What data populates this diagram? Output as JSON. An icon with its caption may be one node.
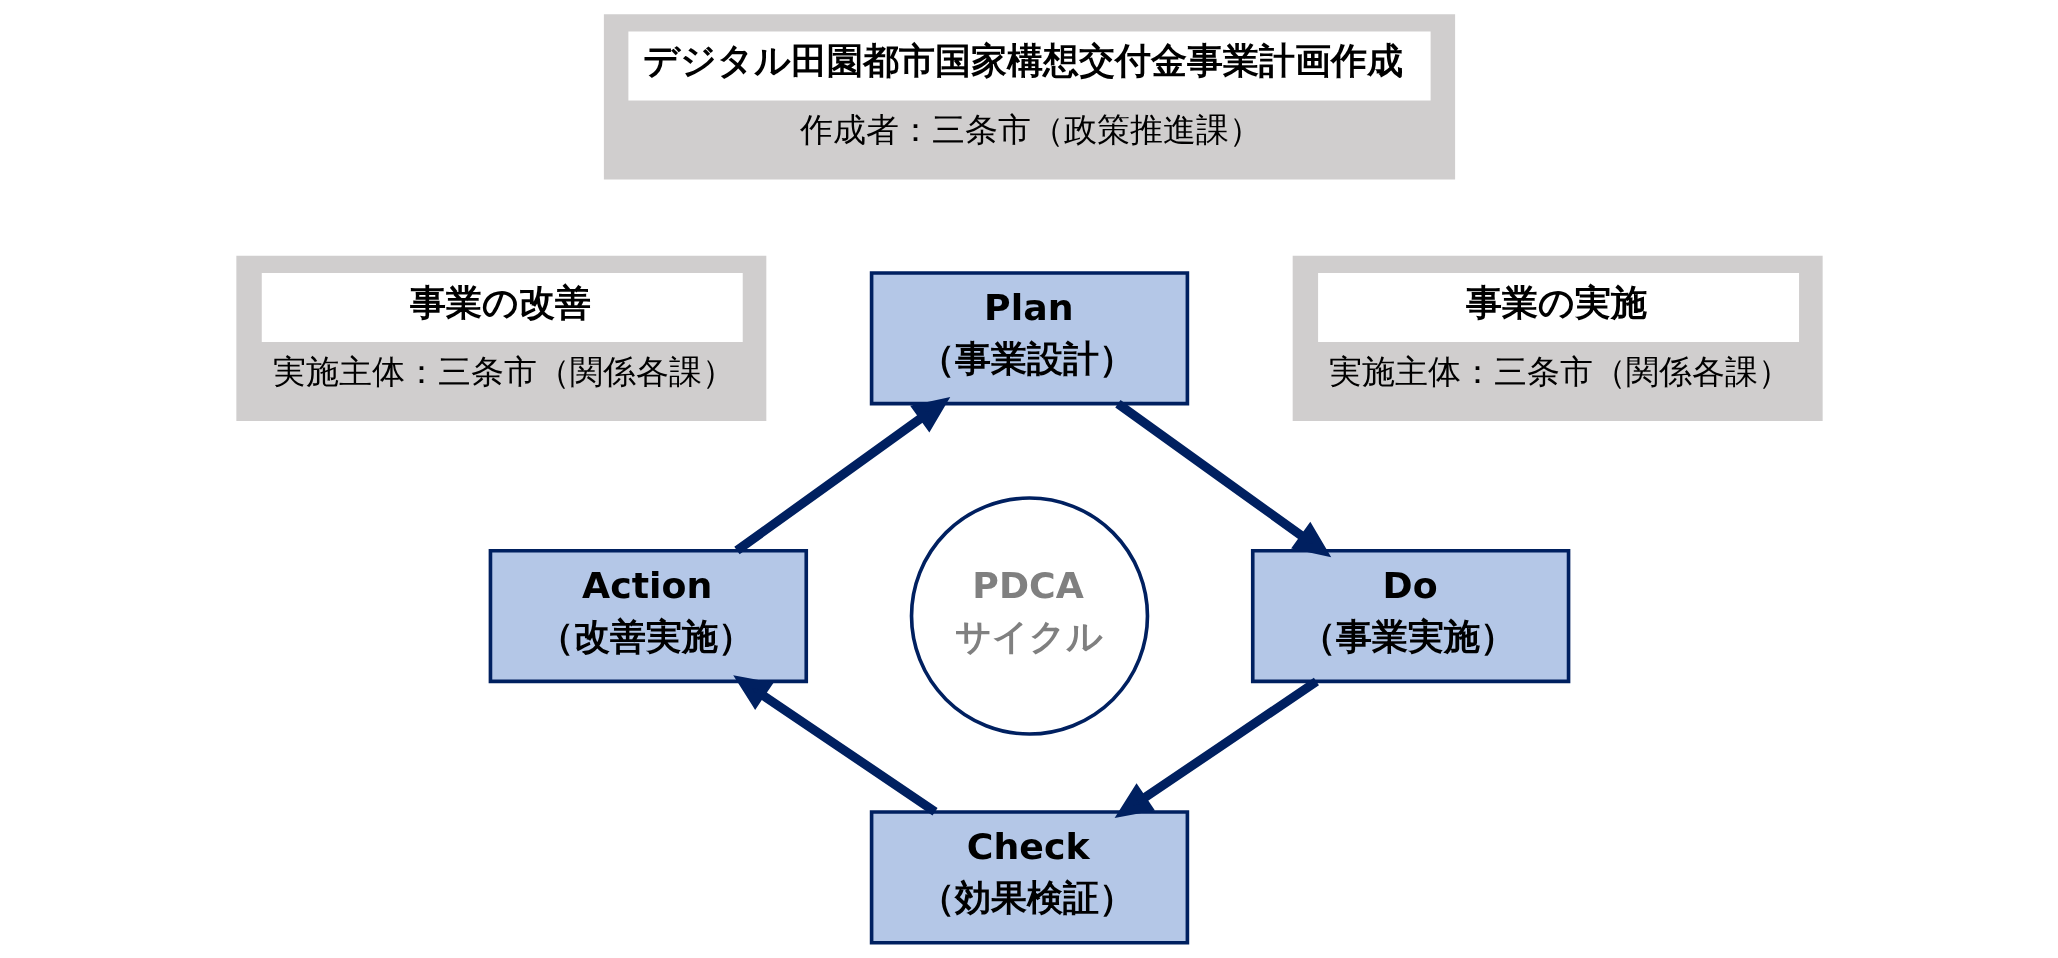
{
  "diagram": {
    "nodes": [
      {
        "text": [
          "デジタル田園都市国家構想交付金事業計画作成",
          "作成者：三条市（政策推進課）"
        ]
      },
      {
        "text": [
          "事業の改善",
          "実施主体：三条市（関係各課）"
        ]
      },
      {
        "text": [
          "事業の実施",
          "実施主体：三条市（関係各課）"
        ]
      },
      {
        "text": [
          "Plan",
          "（事業設計）"
        ]
      },
      {
        "text": [
          "Do",
          "（事業実施）"
        ]
      },
      {
        "text": [
          "Check",
          "（効果検証）"
        ]
      },
      {
        "text": [
          "Action",
          "（改善実施）"
        ]
      },
      {
        "text": [
          "PDCA",
          "サイクル"
        ]
      }
    ],
    "edges": [
      {
        "from": 3,
        "to": 4,
        "arrow": "to"
      },
      {
        "from": 4,
        "to": 5,
        "arrow": "to"
      },
      {
        "from": 5,
        "to": 6,
        "arrow": "to"
      },
      {
        "from": 6,
        "to": 3,
        "arrow": "to"
      }
    ]
  }
}
